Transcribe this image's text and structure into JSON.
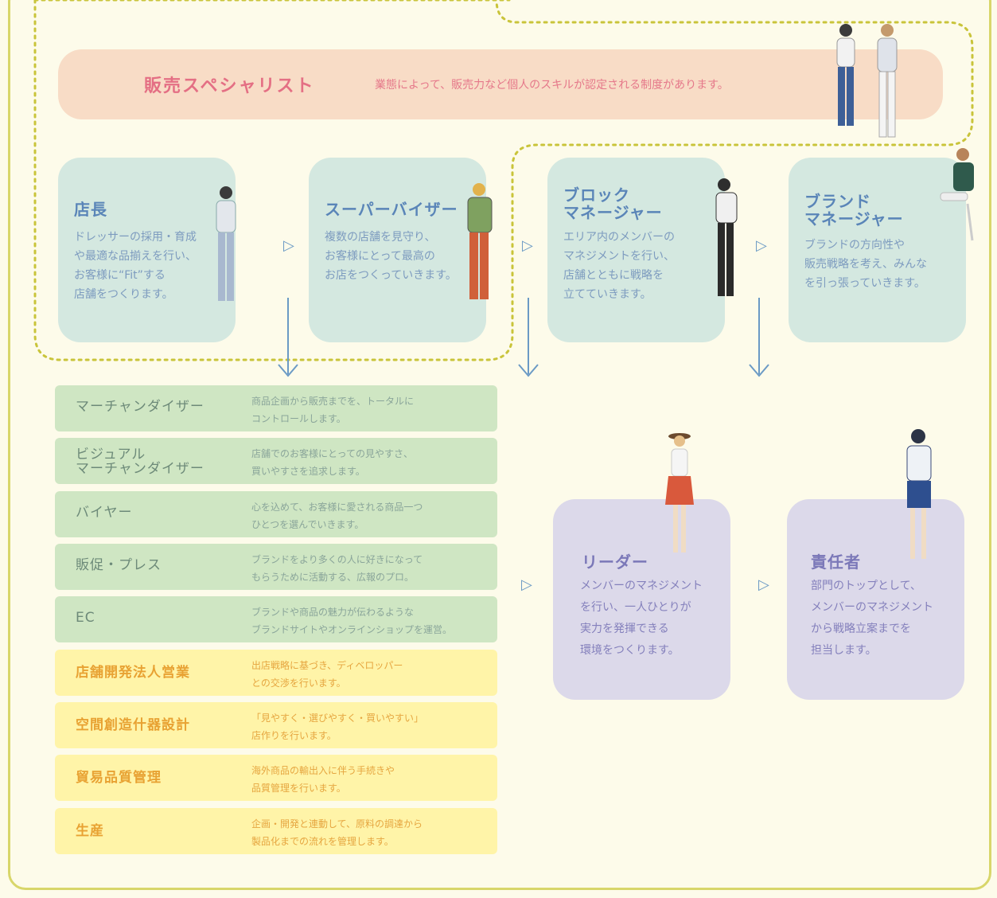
{
  "banner": {
    "title": "販売スペシャリスト",
    "desc": "業態によって、販売力など個人のスキルが認定される制度があります。"
  },
  "cards": [
    {
      "title": "店長",
      "desc": [
        "ドレッサーの採用・育成",
        "や最適な品揃えを行い、",
        "お客様に“Fit”する",
        "店舗をつくります。"
      ]
    },
    {
      "title": "スーパーバイザー",
      "desc": [
        "複数の店舗を見守り、",
        "お客様にとって最高の",
        "お店をつくっていきます。"
      ]
    },
    {
      "title": [
        "ブロック",
        "マネージャー"
      ],
      "desc": [
        "エリア内のメンバーの",
        "マネジメントを行い、",
        "店舗とともに戦略を",
        "立てていきます。"
      ]
    },
    {
      "title": [
        "ブランド",
        "マネージャー"
      ],
      "desc": [
        "ブランドの方向性や",
        "販売戦略を考え、みんな",
        "を引っ張っていきます。"
      ]
    }
  ],
  "rows": [
    {
      "label": [
        "マーチャンダイザー"
      ],
      "desc": [
        "商品企画から販売までを、トータルに",
        "コントロールします。"
      ]
    },
    {
      "label": [
        "ビジュアル",
        "マーチャンダイザー"
      ],
      "desc": [
        "店舗でのお客様にとっての見やすさ、",
        "買いやすさを追求します。"
      ]
    },
    {
      "label": [
        "バイヤー"
      ],
      "desc": [
        "心を込めて、お客様に愛される商品一つ",
        "ひとつを選んでいきます。"
      ]
    },
    {
      "label": [
        "販促・プレス"
      ],
      "desc": [
        "ブランドをより多くの人に好きになって",
        "もらうために活動する、広報のプロ。"
      ]
    },
    {
      "label": [
        "EC"
      ],
      "desc": [
        "ブランドや商品の魅力が伝わるような",
        "ブランドサイトやオンラインショップを運営。"
      ]
    },
    {
      "label": [
        "店舗開発法人営業"
      ],
      "desc": [
        "出店戦略に基づき、ディベロッパー",
        "との交渉を行います。"
      ]
    },
    {
      "label": [
        "空間創造什器設計"
      ],
      "desc": [
        "「見やすく・選びやすく・買いやすい」",
        "店作りを行います。"
      ]
    },
    {
      "label": [
        "貿易品質管理"
      ],
      "desc": [
        "海外商品の輸出入に伴う手続きや",
        "品質管理を行います。"
      ]
    },
    {
      "label": [
        "生産"
      ],
      "desc": [
        "企画・開発と連動して、原料の調達から",
        "製品化までの流れを管理します。"
      ]
    }
  ],
  "leaders": [
    {
      "title": "リーダー",
      "desc": [
        "メンバーのマネジメント",
        "を行い、一人ひとりが",
        "実力を発揮できる",
        "環境をつくります。"
      ]
    },
    {
      "title": "責任者",
      "desc": [
        "部門のトップとして、",
        "メンバーのマネジメント",
        "から戦略立案までを",
        "担当します。"
      ]
    }
  ],
  "arrow_glyph": "▷",
  "colors": {
    "frame": "#d8d66a",
    "dotted": "#c9c43a",
    "accent_blue": "#5a85b8",
    "accent_pink": "#e46f84",
    "accent_orange": "#e8a233",
    "accent_purple": "#7b78b8"
  }
}
